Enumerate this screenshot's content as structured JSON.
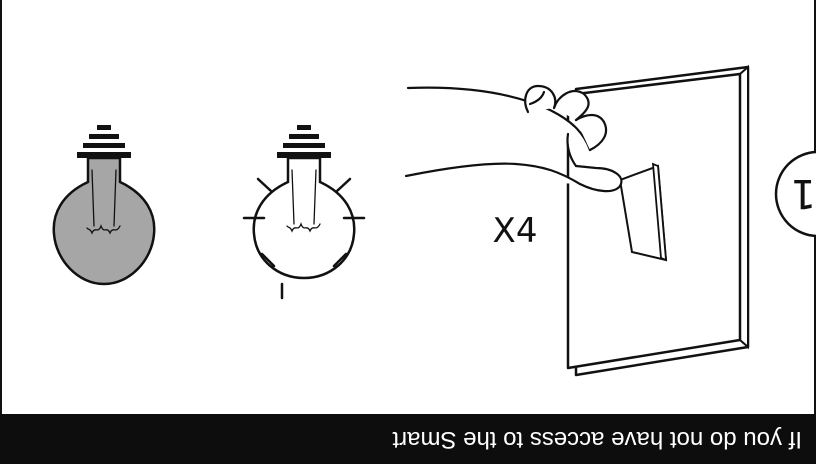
{
  "banner": {
    "text": "If you do not have access to the Smart"
  },
  "step": {
    "number": "1"
  },
  "instruction": {
    "repeat_label": "X4"
  },
  "icons": {
    "switch": "light-switch-icon",
    "hand": "hand-pressing-icon",
    "bulb_on": "lightbulb-on-icon",
    "bulb_off": "lightbulb-off-icon"
  },
  "colors": {
    "banner_bg": "#0d0d0d",
    "bulb_off_fill": "#a6a6a6",
    "line": "#111111"
  }
}
